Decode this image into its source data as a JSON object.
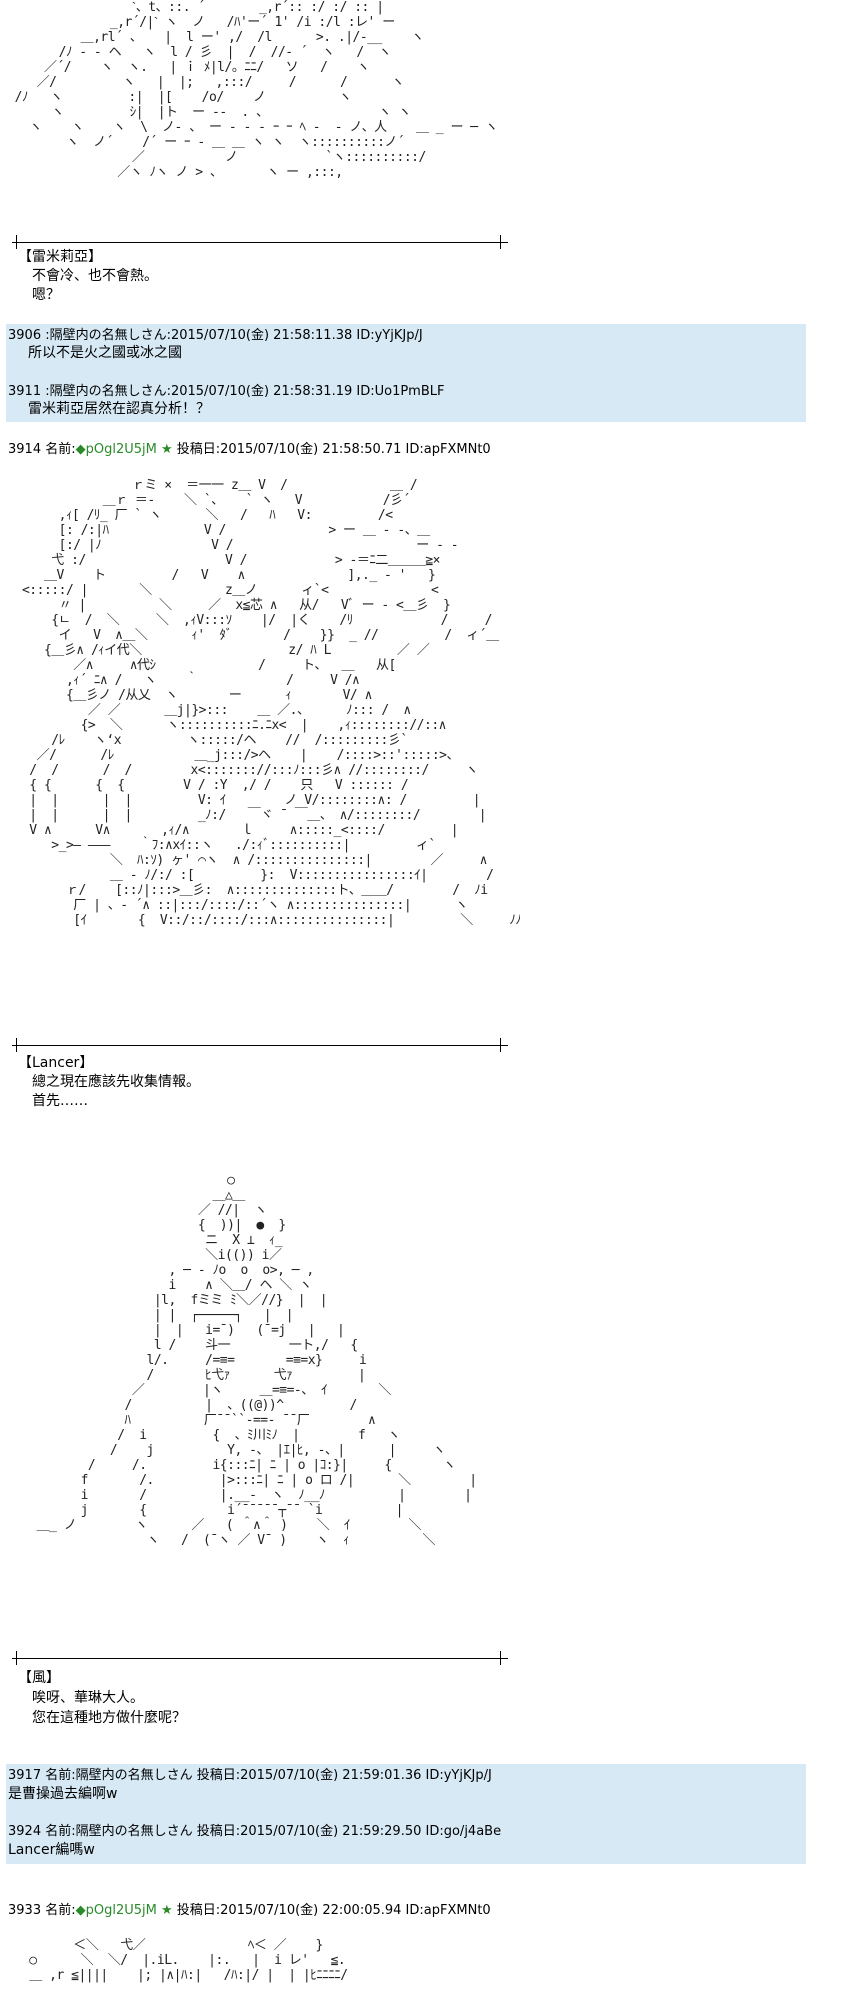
{
  "block1": {
    "speaker": "【雷米莉亞】",
    "lines": [
      "不會冷、也不會熱。",
      "嗯？"
    ]
  },
  "posts_a": [
    {
      "head": "3906 :隔壁内の名無しさん:2015/07/10(金) 21:58:11.38 ID:yYjKJp/J",
      "body": "所以不是火之國或冰之國"
    },
    {
      "head": "3911 :隔壁内の名無しさん:2015/07/10(金) 21:58:31.19 ID:Uo1PmBLF",
      "body": "雷米莉亞居然在認真分析！？"
    }
  ],
  "post_3914": {
    "num": "3914 名前:",
    "trip": "◆pOgl2U5jM",
    "star": "★",
    "rest": "投稿日:2015/07/10(金) 21:58:50.71 ID:apFXMNt0"
  },
  "block2": {
    "speaker": "【Lancer】",
    "lines": [
      "總之現在應該先收集情報。",
      "首先……"
    ]
  },
  "block3": {
    "speaker": "【風】",
    "lines": [
      "唉呀、華琳大人。",
      "您在這種地方做什麼呢？"
    ]
  },
  "posts_b": [
    {
      "head": "3917 名前:隔壁内の名無しさん 投稿日:2015/07/10(金) 21:59:01.36 ID:yYjKJp/J",
      "body": "是曹操過去編啊w"
    },
    {
      "head": "3924 名前:隔壁内の名無しさん 投稿日:2015/07/10(金) 21:59:29.50 ID:go/j4aBe",
      "body": "Lancer編嗎w"
    }
  ],
  "post_3933": {
    "num": "3933 名前:",
    "trip": "◆pOgl2U5jM",
    "star": "★",
    "rest": "投稿日:2015/07/10(金) 22:00:05.94 ID:apFXMNt0"
  },
  "aa": {
    "art1": "                  ˋ、t、::. ´￣ ￣   _,r´:: :/ :/ :: |\n               _,r´/|ˋ ヽ  ノ   /ﾊ'ー´ 1' /i :/l :レ' ー\n           ＿,rl´ 、   |  l ー' ,/  /l      >. .|/-__    ヽ\n        /ﾉ - - ヘ   ヽ  l / 彡  |  /  //- ´  ヽ   /  ヽ\n      ／´/    ヽ  ヽ.   | ｉ ﾒ|l/。ﾆﾆ/   ソ   /    ヽ\n     ／/         ヽ   |  |;   ,:::/     /      /      ヽ\n  /ﾉ   ヽ         :|  |[    /o/    ノ          ヽ\n       ヽ         ｼ|  |ト  ー ‐-  . 、               ヽ ヽ\n    ヽ    ヽ    ヽ  \\  ノ- 、 ー ‐ - - ｰ ｰ ﾍ -  - ノ、人    ＿ _ ー ─ ヽ\n         ヽ  ノ´    /´ ー ｰ - ＿ ＿ ヽ ヽ  ヽ::::::::::ノ´\n                  ／           ノ            `ヽ::::::::::/\n                ／ヽ ﾉヽ ノ > 、      ヽ ー ,:::,",
    "art2": "                  ｒミ ×  ＝一一 z＿ V  /              ＿ /\n              ＿ｒ ＝-    ＼ `、   ` ヽ   V           /彡´\n        ,ｨ[ /ﾘ_ 厂 ` ヽ      ＼   /   ﾊ   V:         /<\n        [: /:|ﾊ             V /              > ー ＿ ‐ ‐、＿\n        [:/ |ﾉ               V /                         ー ‐ ‐\n       弋 :/                   V /            > -＝ﾆ二＿＿＿≧×\n      ＿V    ト         /   V    ∧              ],._ - '   }\n   <:::::/ |       ＼          z＿ノ      ィ`<              <\n        〃 |          ＼     ／  x≦芯 ∧   从/   Vﾞ ー - <＿彡  }\n       {ㄴ  /  ＼     ＼  ,ｨV:::ｿ    |/  |く    /ﾘ            /     /\n        イ   V  ∧＿＼      ｨ'  ﾀﾞ       /    }}  _ //         /  ィ´＿\n      {＿彡∧ /ｨイ代＼                    z/ ﾊ L         ／ ／\n          ／∧     ∧代ｼ              /     ト、  ＿   从[\n         ,ｨ´ ﾆ∧ /   ヽ    ｀            /     V /∧\n         {＿彡ノ /从乂  ヽ       ー      ｨ       V/ ∧\n            ／ ／      ＿j|}>:::    ＿ ／.、     ﾉ::: /  ∧\n           {>  ＼      ヽ::::::::::ﾆ.ﾆx<  |    ,ｨ:::::::://::∧\n       /ﾚ    ヽ‘x         ヽ:::::/ヘ    //  /:::::::::彡`\n     ／/      /ﾚ           ＿_j:::/>ヘ    |    /::::>::':::::>、\n    /  /      /  /        x<::::::://:::ﾉ:::彡∧ //::::::::/     ヽ\n    { {      {  {        V / :Y  ,/ /    只   V :::::: /\n    |  |      |  |         V: ｲ        ノ V/::::::::∧: /         |\n    |  |      |  |         _ﾉ:/   ￣ヾ ¯ ￣＿、 ∧/::::::::/        |\n    V ∧      V∧       ,ｨ/∧       ｌ     ∧:::::_<::::/         |\n       >_>― ―――    ｀ﾌ:∧xｲ::ヽ   ./:ｨﾞ::::::::::|         ィ`\n               ＼  ﾊ:ｿ) ヶ' ⌒ヽ  ∧ /:::::::::::::::|        ／     ∧\n               ＿ - ﾉ/:/ :[         }:  V::::::::::::::::ｲ|        /     ／\n         ｒ/    [::ﾉ|:::>＿彡:  ∧::::::::::::::ト、＿＿/        /  ﾉi\n          厂 | 、- ´∧ ::|:::/::::/::´ヽ ∧:::::::::::::::|      ヽ       |ﾄ\n          [ｲ       {  V::/::/::::/:::∧:::::::::::::::|         ＼     ﾉﾉ",
    "art3": "                               ○\n                             ＿△＿\n                           ／ //|  ヽ\n                           {  ))|  ●  }\n                            ニ  X ⊥  ｨ_\n                            ＼i(()) i／\n                       , ─ - ﾉo  o  o>, ─ ,\n                       i    ∧ ＼＿/ ヘ ＼ ヽ\n                     |l,  fミミ ﾐ＼／//}  |  |\n                     | |  ┌─────┐   |  |\n                     |  |   i=¯)   (¯=j   |   |\n                     l /    斗一        一ト,/   {\n                    l/.     /=≡=       =≡=x}     i\n                    /       ﾋ弋ｧ      弋ｧ         |\n                  ／        |ヽ     ＿=≡=-、 ｲ       ＼\n                 /          |  、((@))^         /\n                 ﾊ          厂¯¯``-==- ¯¯厂        ∧\n                /  i         {  、ﾐ川ﾐﾉ  |        f   ヽ\n               /    j          Y, -、 |ｴ|ﾋ, -、|      |     ヽ\n            /     /.         i{:::ﾆ| ﾆ | o |ｺ:}|     {       ヽ\n           f       /.         |>:::ﾆ| ﾆ | o ロ /|      ＼        |\n           i       /          |.__-  ヽ  ﾉ__ﾉ          |        |\n           j       {           i´¯¯¯¯¯┬¯¯ `i          |\n     ＿_ ノ        ヽ      ／   ( ＾∧＾ )    ＼  ｲ        ＼\n                    ヽ   /  (¯ヽ ／ V¯ )    ヽ  ｨ          ＼",
    "art4": "          ＜＼   弋／              ﾍ＜ ／    }\n    ○      ＼  ＼/  |.iL.    |:.   |  i レ'   ≦.\n    ＿ ,r ≦||||    |; |∧|ﾊ:|   /ﾊ:|/ |  | |ﾋﾆﾆﾆﾆ/"
  }
}
